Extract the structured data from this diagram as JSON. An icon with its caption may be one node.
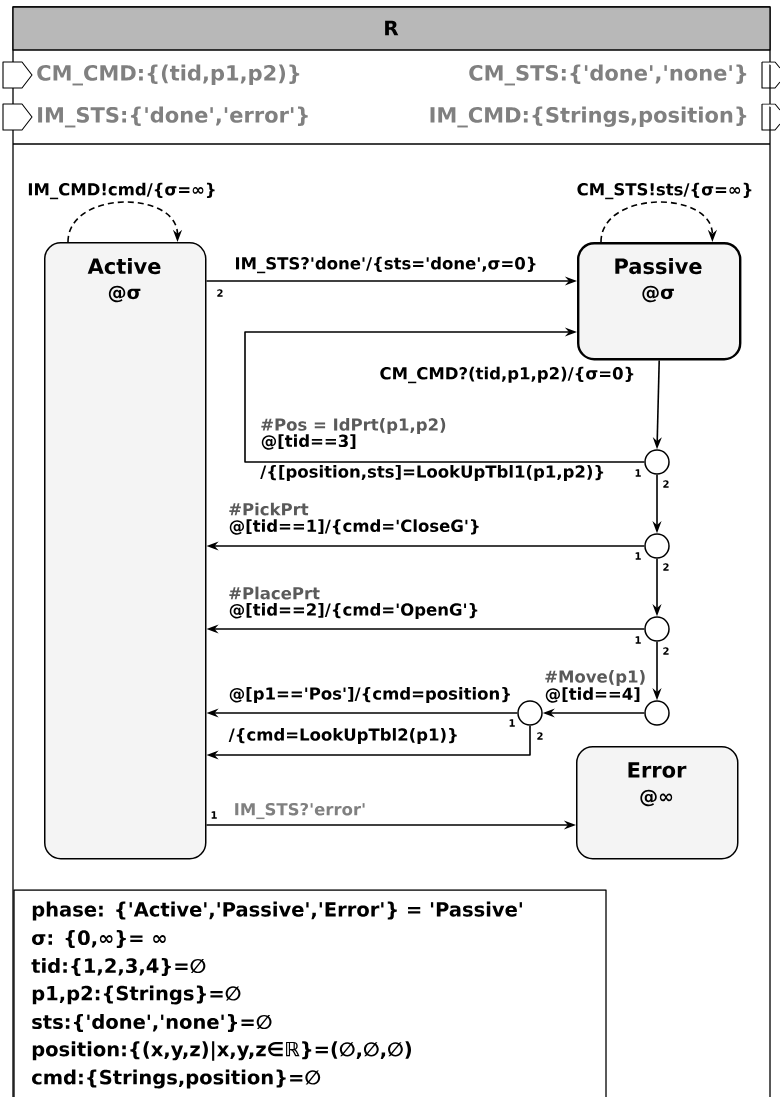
{
  "diagram": {
    "nodes": [
      {
        "text": [
          "R"
        ]
      },
      {
        "text": [
          "Active",
          "@σ"
        ],
        "in": 0
      },
      {
        "text": [
          "Passive",
          "@σ"
        ],
        "in": 0
      },
      {
        "text": [
          "Error",
          "@∞"
        ],
        "in": 0
      },
      {
        "text": [],
        "shape": "circle",
        "in": 0
      },
      {
        "text": [],
        "shape": "circle",
        "in": 0
      },
      {
        "text": [],
        "shape": "circle",
        "in": 0
      },
      {
        "text": [],
        "shape": "circle",
        "in": 0
      },
      {
        "text": [],
        "shape": "circle",
        "in": 0
      },
      {
        "text": [
          "phase: {'Active','Passive','Error'} = 'Passive'",
          "σ: {0,∞}= ∞",
          "tid:{1,2,3,4}=∅",
          "p1,p2:{Strings}=∅",
          "sts:{'done','none'}=∅",
          "position:{(x,y,z)|x,y,z∈ℝ}=(∅,∅,∅)",
          "cmd:{Strings,position}=∅"
        ],
        "in": 0
      }
    ],
    "edges": [
      {
        "from": 1,
        "to": 1,
        "arrow": "to",
        "style": "dashed",
        "label": "IM_CMD!cmd/{σ=∞}"
      },
      {
        "from": 2,
        "to": 2,
        "arrow": "to",
        "style": "dashed",
        "label": "CM_STS!sts/{σ=∞}"
      },
      {
        "from": 1,
        "to": 2,
        "arrow": "to",
        "label": "IM_STS?'done'/{sts='done',σ=0}"
      },
      {
        "from": 2,
        "to": 4,
        "arrow": "to",
        "label": "CM_CMD?(tid,p1,p2)/{σ=0}"
      },
      {
        "from": 4,
        "to": 2,
        "arrow": "to",
        "label": "@[tid==3]"
      },
      {
        "from": 4,
        "to": 5,
        "arrow": "to"
      },
      {
        "from": 5,
        "to": 1,
        "arrow": "to",
        "label": "@[tid==1]/{cmd='CloseG'}"
      },
      {
        "from": 5,
        "to": 6,
        "arrow": "to"
      },
      {
        "from": 6,
        "to": 1,
        "arrow": "to",
        "label": "@[tid==2]/{cmd='OpenG'}"
      },
      {
        "from": 6,
        "to": 8,
        "arrow": "to"
      },
      {
        "from": 8,
        "to": 7,
        "arrow": "to",
        "label": "@[tid==4]"
      },
      {
        "from": 7,
        "to": 1,
        "arrow": "to",
        "label": "@[p1=='Pos']/{cmd=position}"
      },
      {
        "from": 7,
        "to": 1,
        "arrow": "to",
        "label": "/{cmd=LookUpTbl2(p1)}"
      },
      {
        "from": 1,
        "to": 3,
        "arrow": "to",
        "label": "IM_STS?'error'"
      }
    ],
    "labels": [
      "CM_CMD:{(tid,p1,p2)}",
      "CM_STS:{'done','none'}",
      "IM_STS:{'done','error'}",
      "IM_CMD:{Strings,position}",
      "2",
      "#Pos = IdPrt(p1,p2)",
      "/{[position,sts]=LookUpTbl1(p1,p2)}",
      "1",
      "2",
      "#PickPrt",
      "1",
      "2",
      "#PlacePrt",
      "1",
      "2",
      "#Move(p1)",
      "1",
      "2",
      "1"
    ]
  }
}
